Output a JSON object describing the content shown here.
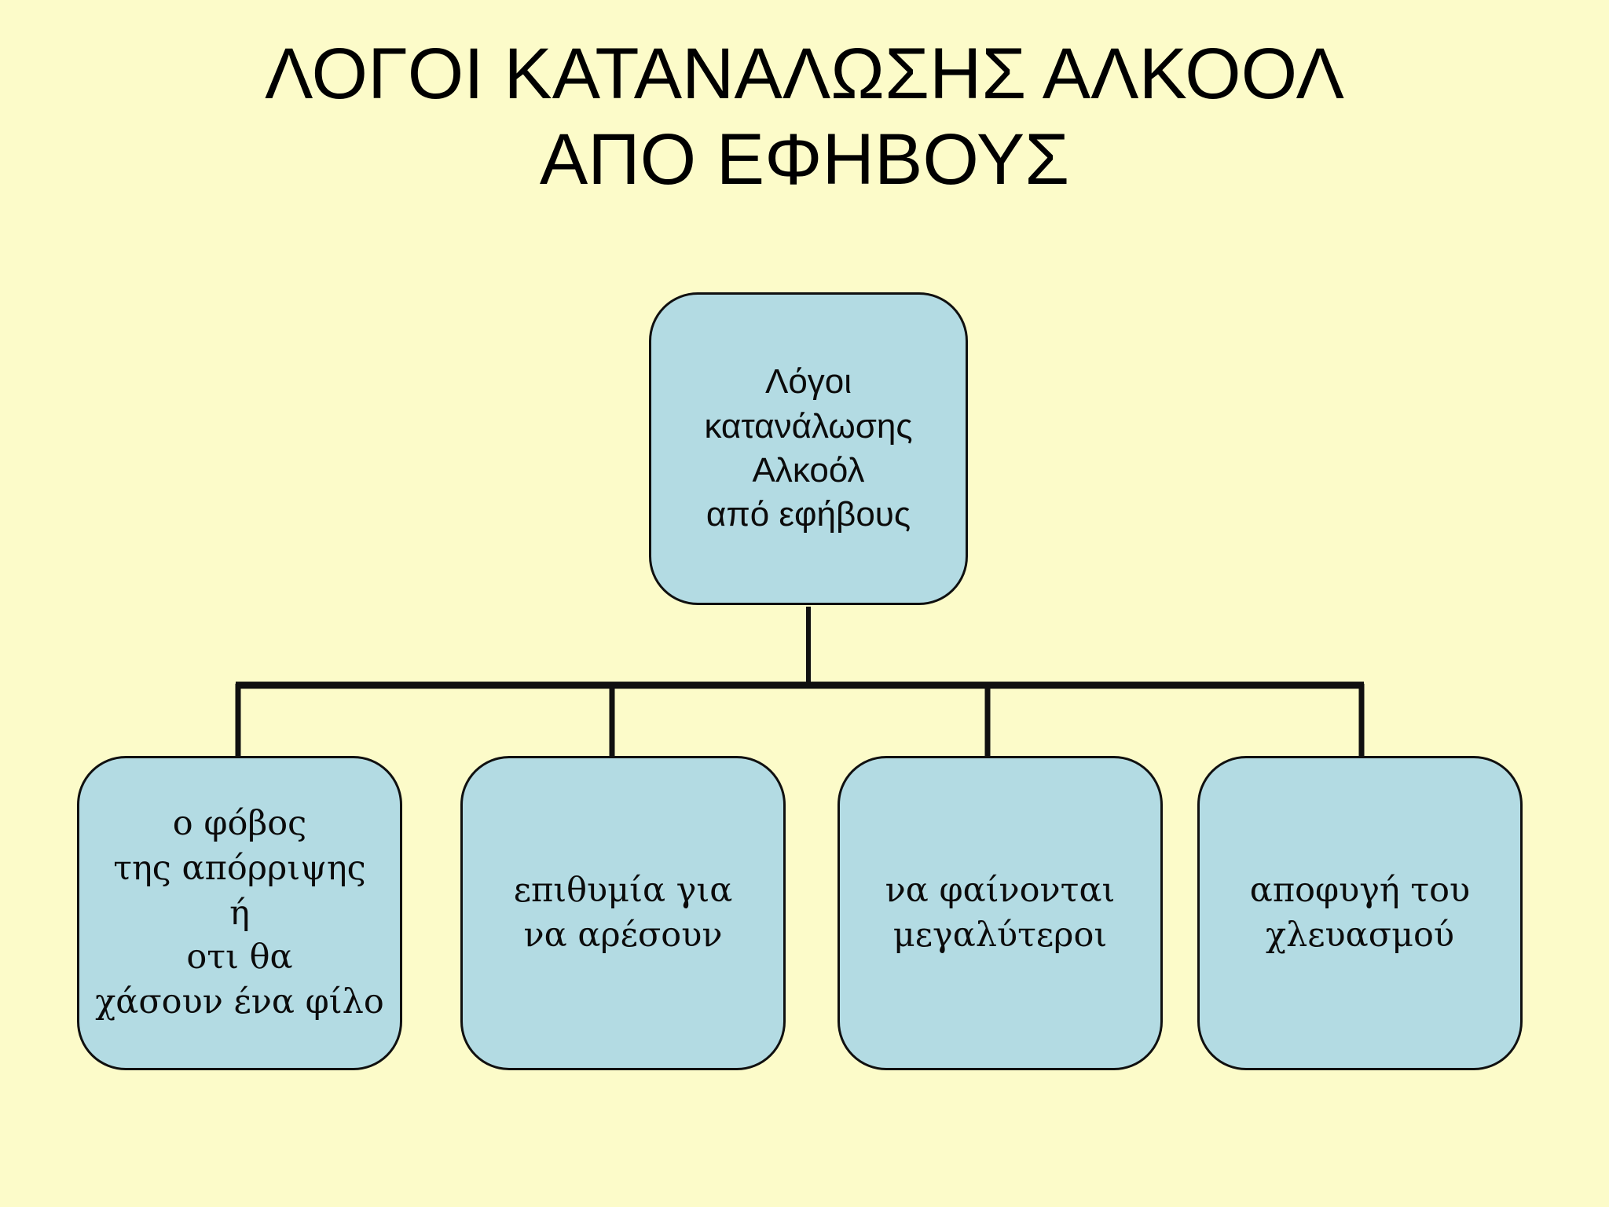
{
  "slide": {
    "background_color": "#fcfbc9",
    "node_fill_color": "#b3dbe3",
    "node_border_color": "#101010",
    "text_color": "#000000"
  },
  "title": {
    "line1": "ΛΟΓΟΙ ΚΑΤΑΝΑΛΩΣΗΣ ΑΛΚΟΟΛ",
    "line2": "ΑΠΟ ΕΦΗΒΟΥΣ"
  },
  "diagram": {
    "type": "hierarchy-tree",
    "root": {
      "label": "Λόγοι\nκατανάλωσης\nΑλκοόλ\nαπό εφήβους"
    },
    "children": [
      {
        "label": "ο φόβος\nτης απόρριψης\nή\nοτι θα\nχάσουν ένα φίλο"
      },
      {
        "label": "επιθυμία για\nνα αρέσουν"
      },
      {
        "label": "να φαίνονται\nμεγαλύτεροι"
      },
      {
        "label": "αποφυγή του\nχλευασμού"
      }
    ]
  }
}
